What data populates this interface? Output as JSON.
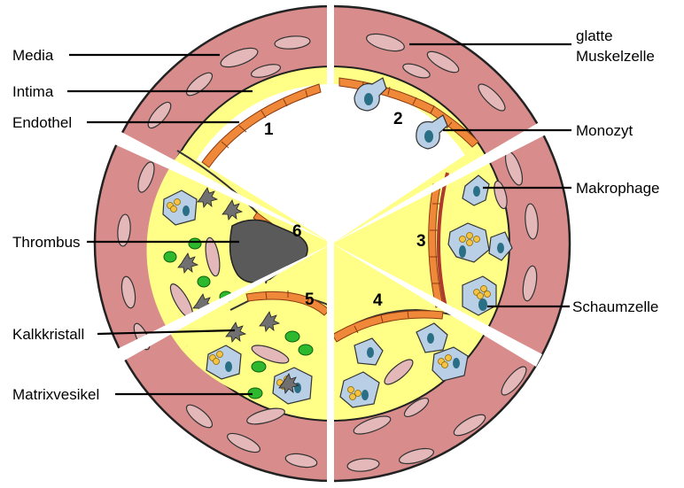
{
  "labels": {
    "media": "Media",
    "intima": "Intima",
    "endothel": "Endothel",
    "thrombus": "Thrombus",
    "kalkkristall": "Kalkkristall",
    "matrixvesikel": "Matrixvesikel",
    "glatte_line1": "glatte",
    "glatte_line2": "Muskelzelle",
    "monozyt": "Monozyt",
    "makrophage": "Makrophage",
    "schaumzelle": "Schaumzelle"
  },
  "stages": [
    "1",
    "2",
    "3",
    "4",
    "5",
    "6"
  ],
  "colors": {
    "media": "#d88c8c",
    "intima": "#ffff88",
    "endothel": "#f0883a",
    "cell_blue": "#b8cfe6",
    "lipid": "#f5c242",
    "matrix_vesicle": "#2db82d",
    "thrombus": "#5a5a5a",
    "smooth_muscle": "#e4b8b8"
  }
}
